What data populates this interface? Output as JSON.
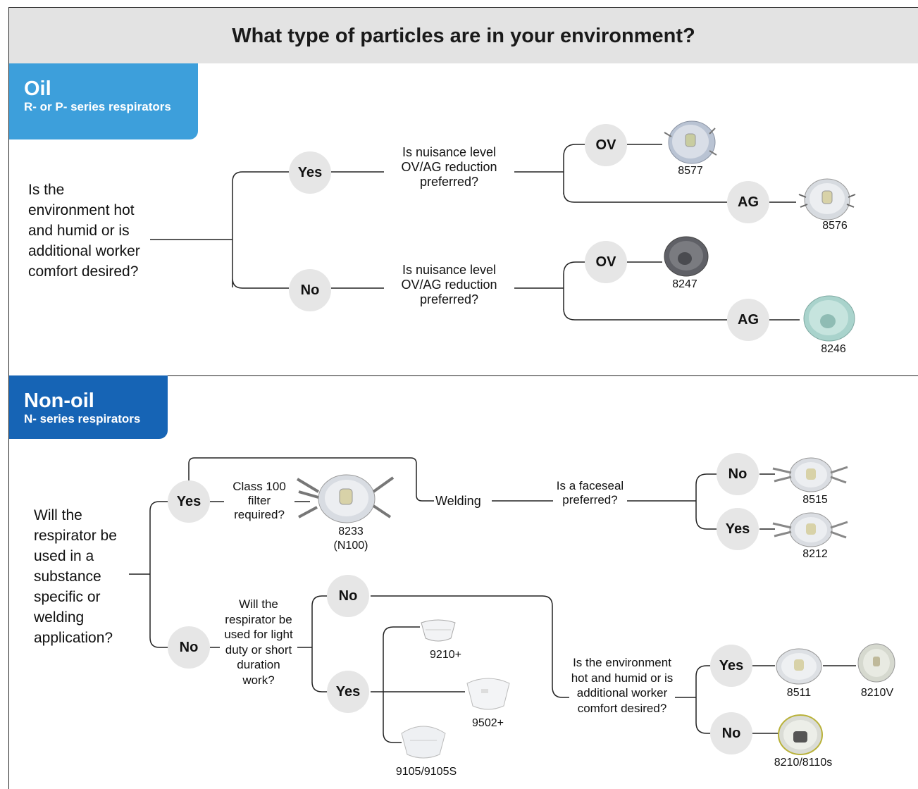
{
  "title": "What type of particles are in your environment?",
  "oil": {
    "heading": "Oil",
    "subheading": "R- or P- series respirators",
    "question": "Is the environment hot and humid or is additional worker comfort desired?",
    "yes": "Yes",
    "no": "No",
    "sub_question_yes": "Is nuisance level OV/AG reduction preferred?",
    "sub_question_no": "Is nuisance level OV/AG reduction preferred?",
    "ov": "OV",
    "ag": "AG",
    "products": [
      "8577",
      "8576",
      "8247",
      "8246"
    ]
  },
  "nonoil": {
    "heading": "Non-oil",
    "subheading": "N- series respirators",
    "question": "Will the respirator be used in a substance specific or welding application?",
    "yes": "Yes",
    "no": "No",
    "class100_question": "Class 100 filter required?",
    "product_8233": "8233",
    "product_8233_sub": "(N100)",
    "welding": "Welding",
    "faceseal_question": "Is a faceseal preferred?",
    "faceseal_no": "No",
    "faceseal_yes": "Yes",
    "product_8515": "8515",
    "product_8212": "8212",
    "light_duty_question": "Will the respirator be used for light duty or short duration work?",
    "light_no": "No",
    "light_yes": "Yes",
    "product_9210": "9210+",
    "product_9502": "9502+",
    "product_9105": "9105/9105S",
    "comfort_question": "Is the environment hot and humid or is additional worker comfort desired?",
    "comfort_yes": "Yes",
    "comfort_no": "No",
    "product_8511": "8511",
    "product_8210v": "8210V",
    "product_8210": "8210/8110s"
  },
  "colors": {
    "oil_tab": "#3d9fdb",
    "nonoil_tab": "#1664b5",
    "header_bg": "#e3e3e3",
    "node_bg": "#e6e6e6"
  }
}
